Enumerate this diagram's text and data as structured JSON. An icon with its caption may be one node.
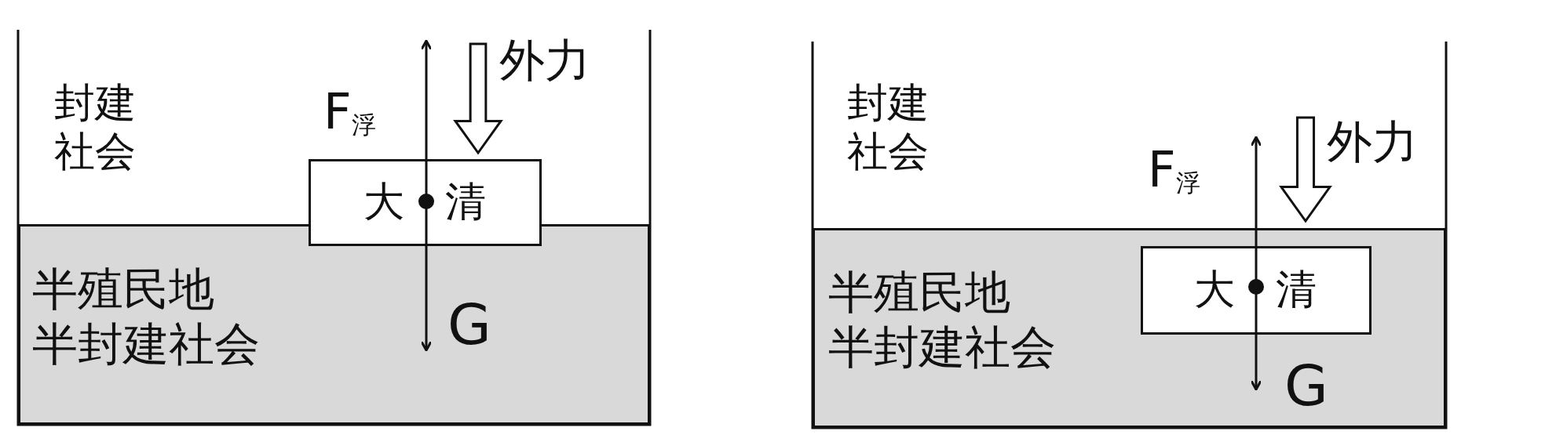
{
  "diagram": {
    "nodes": [
      {
        "text": [
          "封建社会"
        ]
      },
      {
        "text": [
          "半殖民地半封建社会"
        ]
      },
      {
        "text": [
          "大",
          "清"
        ]
      },
      {
        "text": [
          "封建社会"
        ]
      },
      {
        "text": [
          "半殖民地半封建社会"
        ]
      },
      {
        "text": [
          "大",
          "清"
        ],
        "in": 4
      }
    ],
    "edges": [],
    "labels": [
      "外力",
      "F$_{浮}$",
      "G",
      "外力",
      "F$_{浮}$",
      "G"
    ]
  }
}
